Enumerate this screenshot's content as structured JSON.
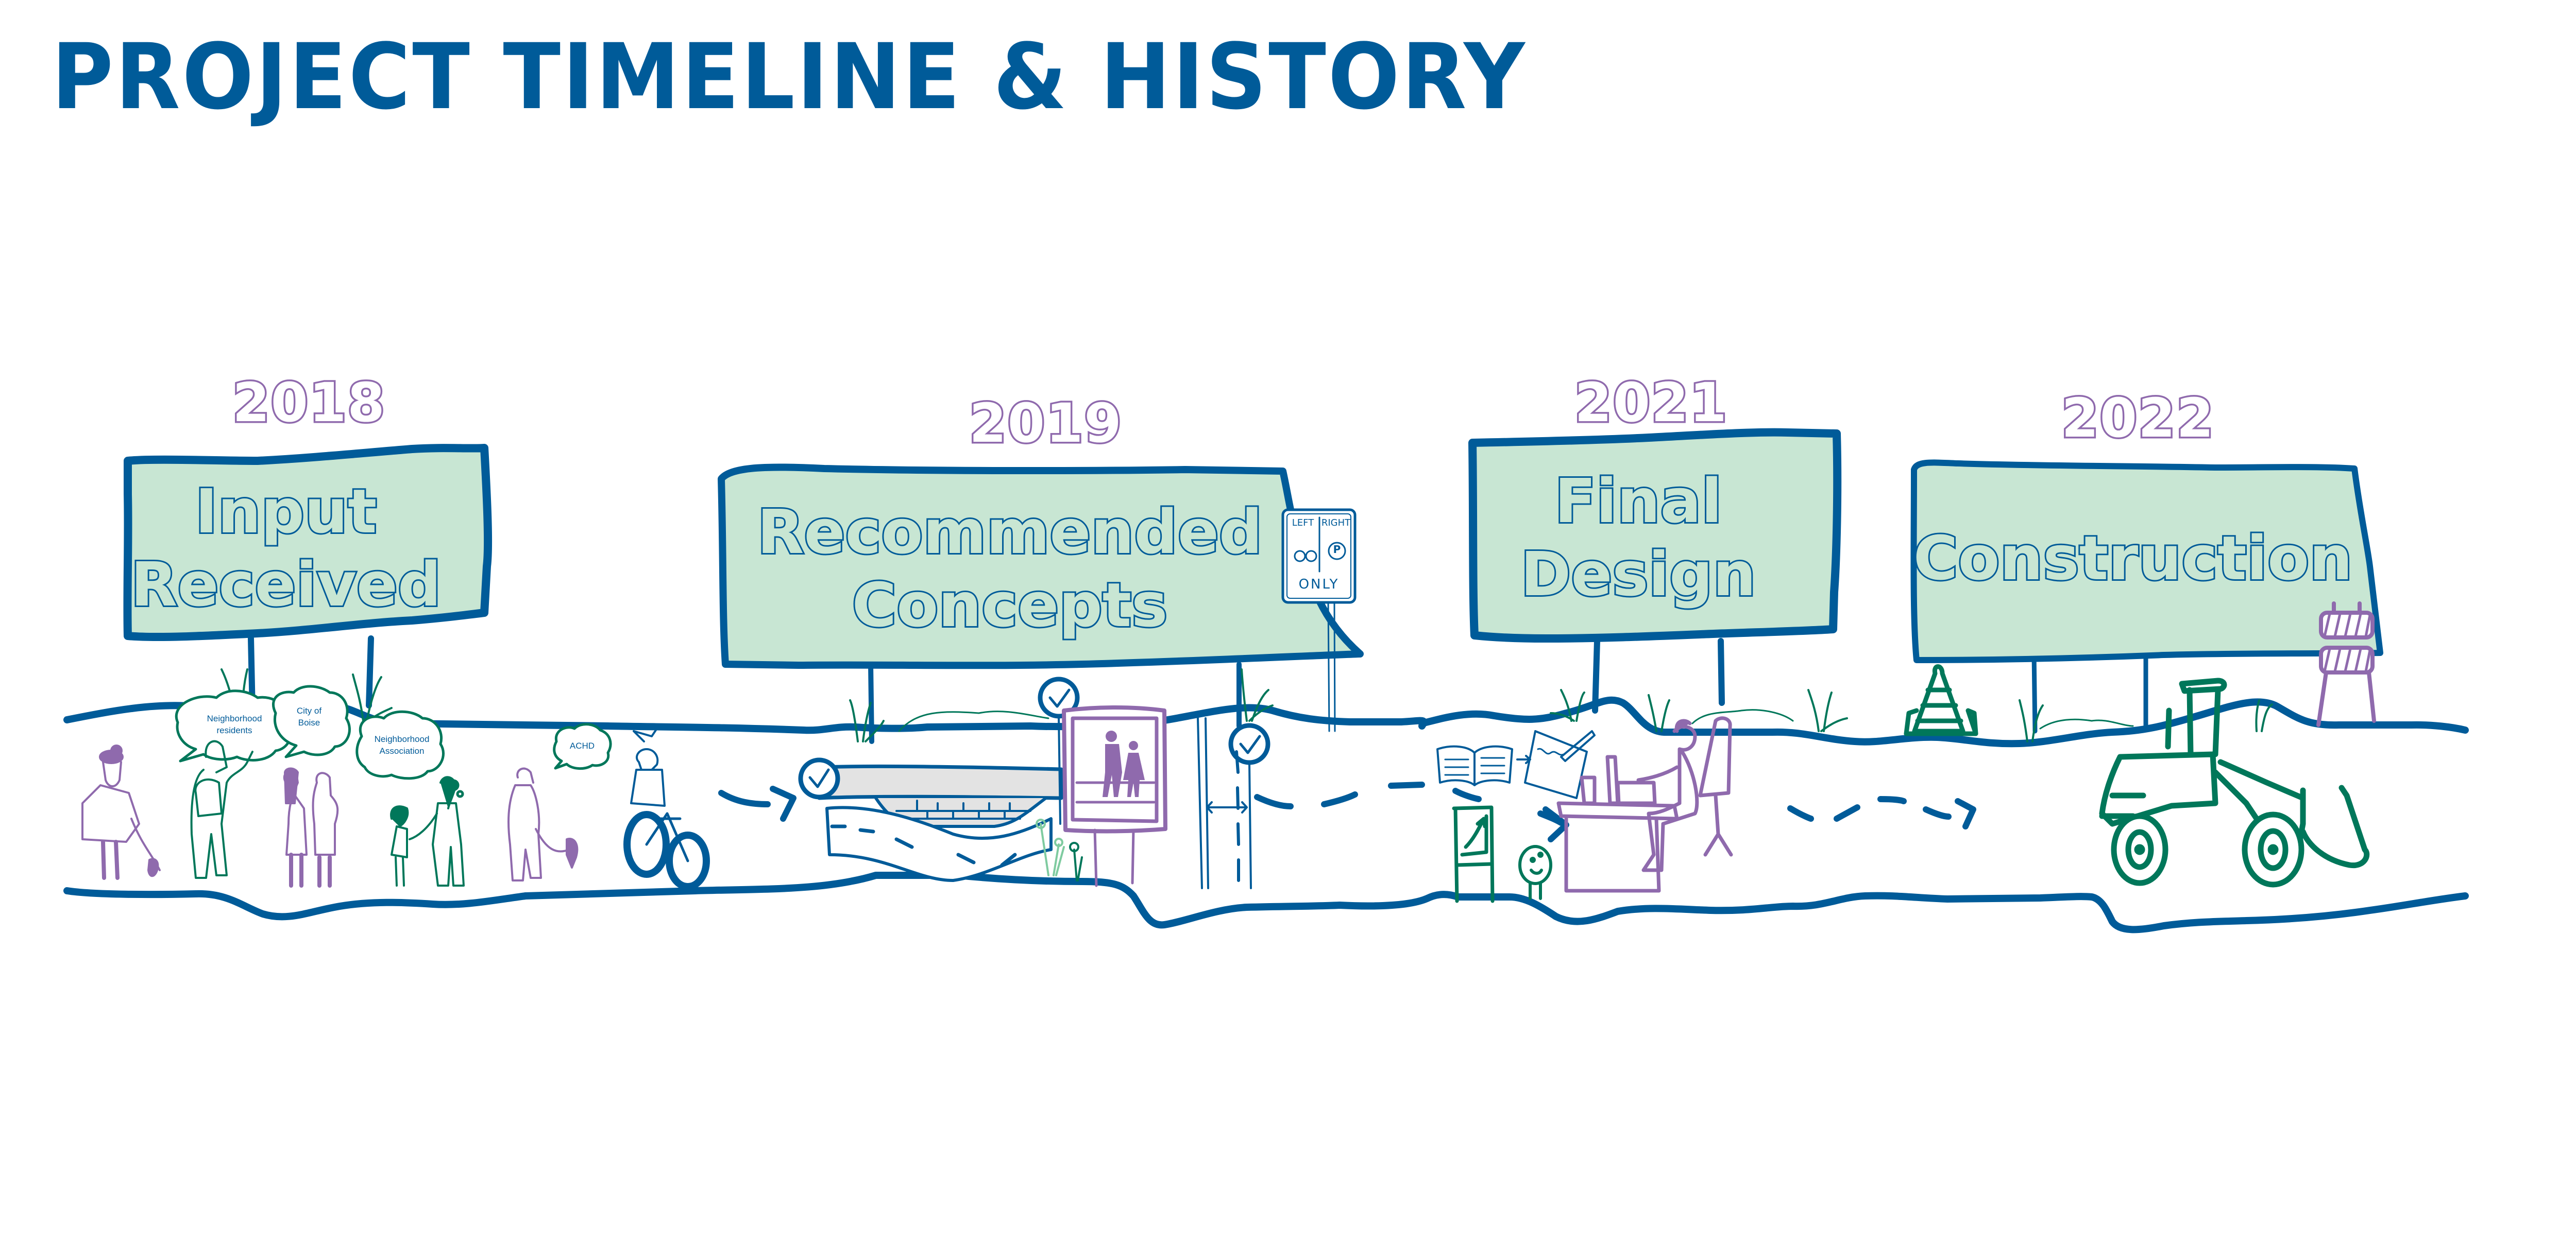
{
  "title": "PROJECT TIMELINE & HISTORY",
  "colors": {
    "brand_blue": "#005b99",
    "year_purple": "#8f6aad",
    "sign_fill": "#c8e6d3",
    "accent_green": "#00775a",
    "light_green": "#7fcba0",
    "road_gray": "#e3e3e3",
    "background": "#ffffff"
  },
  "milestones": [
    {
      "year": "2018",
      "label_line1": "Input",
      "label_line2": "Received",
      "illustration": "community members and cyclist sharing input",
      "speech_bubbles": [
        {
          "line1": "Neighborhood",
          "line2": "residents"
        },
        {
          "line1": "City of",
          "line2": "Boise"
        },
        {
          "line1": "Neighborhood",
          "line2": "Association"
        },
        {
          "line1": "ACHD",
          "line2": ""
        }
      ]
    },
    {
      "year": "2019",
      "label_line1": "Recommended",
      "label_line2": "Concepts",
      "illustration": "approved road concepts with checkmarks and school crossing sign",
      "lane_sign": {
        "left": "LEFT",
        "right": "RIGHT",
        "bottom": "ONLY",
        "left_icon": "bicycle-icon",
        "right_icon": "parking-icon"
      }
    },
    {
      "year": "2021",
      "label_line1": "Final",
      "label_line2": "Design",
      "illustration": "designer at desk with plans and growth chart"
    },
    {
      "year": "2022",
      "label_line1": "Construction",
      "label_line2": "",
      "illustration": "front loader, traffic cone and barricade"
    }
  ]
}
